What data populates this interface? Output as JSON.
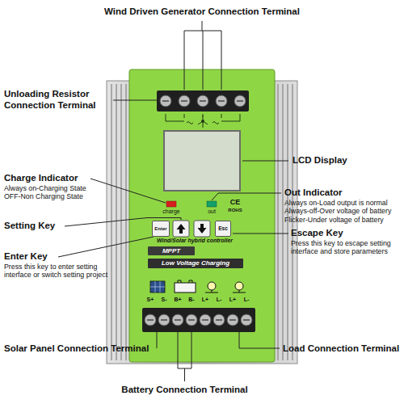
{
  "diagram": {
    "nodes": [
      {
        "text": [
          "Enter"
        ]
      },
      {
        "text": [
          "Esc"
        ]
      },
      {
        "text": [
          "MPPT"
        ]
      },
      {
        "text": [
          "Low Voltage Charging"
        ]
      }
    ],
    "labels": [
      "Wind Driven Generator Connection Terminal",
      "Unloading Resistor Connection Terminal",
      "LCD Display",
      "Charge Indicator",
      "Always on-Charging State",
      "OFF-Non Charging State",
      "Out Indicator",
      "Always on-Load output is normal",
      "Always-off-Over voltage of battery",
      "Flicker-Under voltage of battery",
      "charge",
      "out",
      "CE",
      "ROHS",
      "Setting Key",
      "Escape Key",
      "Press this key to escape setting interface and store parameters",
      "Enter Key",
      "Press this key to enter setting interface or switch setting project",
      "Wind/Solar hybrid controller",
      "S+",
      "S-",
      "B+",
      "B-",
      "L+",
      "L-",
      "L+",
      "L-",
      "Solar Panel Connection Terminal",
      "Load Connection Terminal",
      "Battery Connection Terminal"
    ]
  }
}
